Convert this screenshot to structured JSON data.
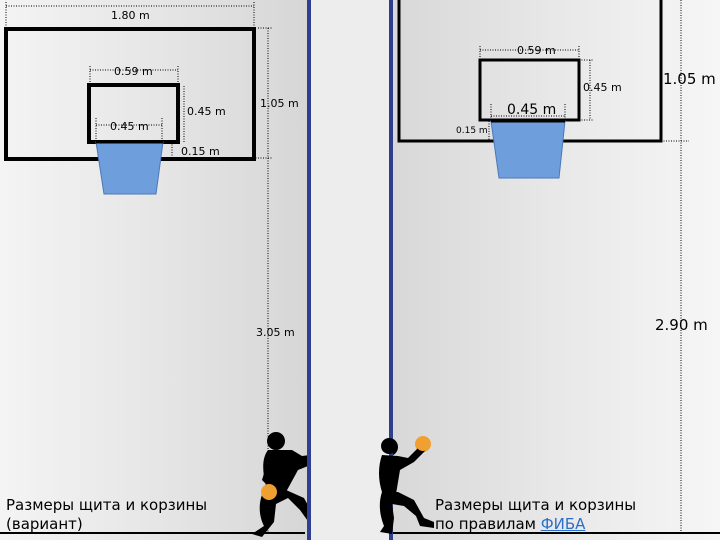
{
  "left_panel": {
    "labels": {
      "board_width": "1.80 m",
      "inner_width": "0.59 m",
      "inner_height": "0.45 m",
      "rim_width": "0.45 m",
      "board_height": "1.05 m",
      "rim_offset": "0.15 m",
      "rim_height": "3.05 m"
    },
    "caption_line1": "Размеры щита и корзины",
    "caption_line2": "(вариант)"
  },
  "right_panel": {
    "labels": {
      "inner_width": "0.59 m",
      "inner_height": "0.45 m",
      "board_height": "1.05 m",
      "rim_width": "0.45 m",
      "rim_offset": "0.15 m",
      "board_bottom_height": "2.90 m"
    },
    "caption_line1": "Размеры щита и корзины",
    "caption_line2_prefix": "по правилам ",
    "caption_link": "ФИБА"
  },
  "colors": {
    "net_fill": "#6e9fdc",
    "ball": "#f0a030",
    "divider": "#2f3e8e",
    "link": "#2a6fc9"
  }
}
